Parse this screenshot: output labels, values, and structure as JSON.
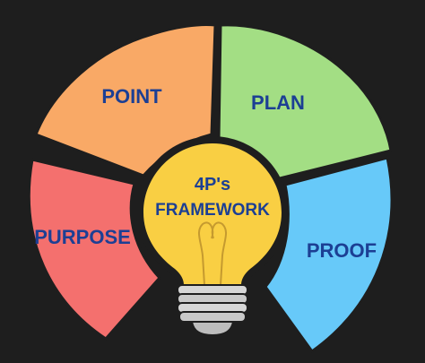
{
  "diagram": {
    "center": {
      "line1": "4P's",
      "line2": "FRAMEWORK"
    },
    "segments": [
      {
        "label": "POINT",
        "color": "#f9a966"
      },
      {
        "label": "PLAN",
        "color": "#a3de84"
      },
      {
        "label": "PURPOSE",
        "color": "#f4706e"
      },
      {
        "label": "PROOF",
        "color": "#67c9f9"
      }
    ],
    "bulb": {
      "glass_color": "#f9cf43",
      "base_color": "#c9c9c9",
      "filament_color": "#c59a2f"
    },
    "background_color": "#1e1e1e"
  }
}
